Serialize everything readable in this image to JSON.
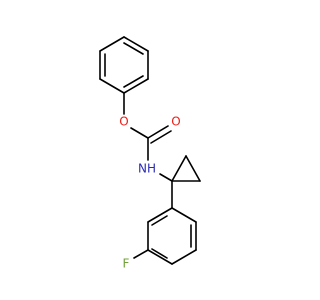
{
  "molecule": {
    "atoms": {
      "O_ester": {
        "label": "O",
        "color": "#e8201a"
      },
      "O_carbonyl": {
        "label": "O",
        "color": "#e8201a"
      },
      "N": {
        "label": "NH",
        "color": "#2a2ab8"
      },
      "F": {
        "label": "F",
        "color": "#6fa23a"
      }
    }
  }
}
